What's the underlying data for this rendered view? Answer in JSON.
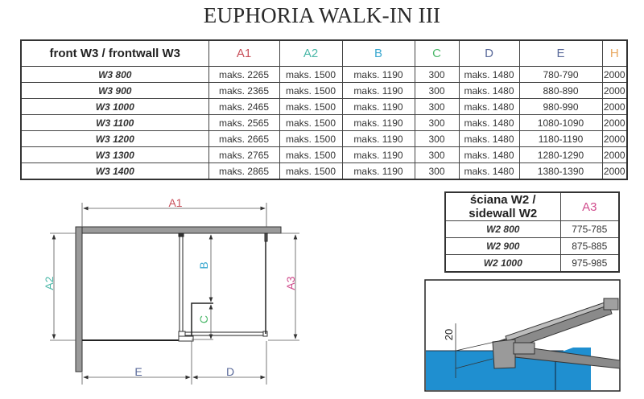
{
  "title": "EUPHORIA WALK-IN III",
  "colors": {
    "A1": "#c8505a",
    "A2": "#4bb8a8",
    "A3": "#d04b8c",
    "B": "#3aa8d0",
    "C": "#4cb86a",
    "D": "#5a6a9a",
    "E": "#5a6a9a",
    "H": "#e8a860",
    "glass_blue": "#1f8fd0"
  },
  "front_table": {
    "header": {
      "label": "front W3 / frontwall W3",
      "A1": "A1",
      "A2": "A2",
      "B": "B",
      "C": "C",
      "D": "D",
      "E": "E",
      "H": "H"
    },
    "rows": [
      {
        "model": "W3 800",
        "A1": "maks. 2265",
        "A2": "maks. 1500",
        "B": "maks. 1190",
        "C": "300",
        "D": "maks. 1480",
        "E": "780-790",
        "H": "2000"
      },
      {
        "model": "W3 900",
        "A1": "maks. 2365",
        "A2": "maks. 1500",
        "B": "maks. 1190",
        "C": "300",
        "D": "maks. 1480",
        "E": "880-890",
        "H": "2000"
      },
      {
        "model": "W3 1000",
        "A1": "maks. 2465",
        "A2": "maks. 1500",
        "B": "maks. 1190",
        "C": "300",
        "D": "maks. 1480",
        "E": "980-990",
        "H": "2000"
      },
      {
        "model": "W3 1100",
        "A1": "maks. 2565",
        "A2": "maks. 1500",
        "B": "maks. 1190",
        "C": "300",
        "D": "maks. 1480",
        "E": "1080-1090",
        "H": "2000"
      },
      {
        "model": "W3 1200",
        "A1": "maks. 2665",
        "A2": "maks. 1500",
        "B": "maks. 1190",
        "C": "300",
        "D": "maks. 1480",
        "E": "1180-1190",
        "H": "2000"
      },
      {
        "model": "W3 1300",
        "A1": "maks. 2765",
        "A2": "maks. 1500",
        "B": "maks. 1190",
        "C": "300",
        "D": "maks. 1480",
        "E": "1280-1290",
        "H": "2000"
      },
      {
        "model": "W3 1400",
        "A1": "maks. 2865",
        "A2": "maks. 1500",
        "B": "maks. 1190",
        "C": "300",
        "D": "maks. 1480",
        "E": "1380-1390",
        "H": "2000"
      }
    ]
  },
  "side_table": {
    "header": {
      "label": "ściana W2 / sidewall W2",
      "A3": "A3"
    },
    "rows": [
      {
        "model": "W2 800",
        "A3": "775-785"
      },
      {
        "model": "W2 900",
        "A3": "875-885"
      },
      {
        "model": "W2 1000",
        "A3": "975-985"
      }
    ]
  },
  "plan_diagram": {
    "labels": {
      "A1": "A1",
      "A2": "A2",
      "A3": "A3",
      "B": "B",
      "C": "C",
      "D": "D",
      "E": "E"
    }
  },
  "detail_diagram": {
    "dimension_label": "20"
  }
}
